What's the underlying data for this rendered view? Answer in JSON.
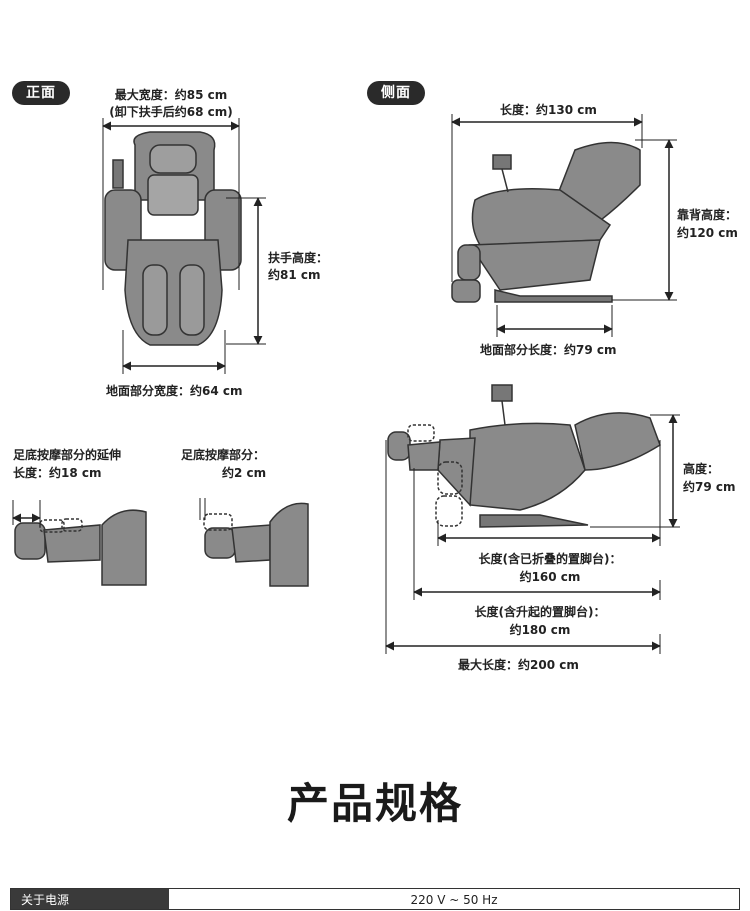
{
  "front": {
    "tag": "正面",
    "max_width": "最大宽度：约85 cm",
    "max_width_note": "(卸下扶手后约68 cm)",
    "armrest_height_label": "扶手高度：",
    "armrest_height_value": "约81 cm",
    "floor_width": "地面部分宽度：约64 cm"
  },
  "side": {
    "tag": "侧面",
    "length": "长度：约130 cm",
    "back_height_label": "靠背高度：",
    "back_height_value": "约120 cm",
    "floor_length": "地面部分长度：约79 cm"
  },
  "foot": {
    "ext_label_1": "足底按摩部分的延伸",
    "ext_label_2": "长度：约18 cm",
    "foot_label_1": "足底按摩部分：",
    "foot_label_2": "约2 cm"
  },
  "recline": {
    "height_label": "高度：",
    "height_value": "约79 cm",
    "len_folded_1": "长度(含已折叠的置脚台)：",
    "len_folded_2": "约160 cm",
    "len_raised_1": "长度(含升起的置脚台)：",
    "len_raised_2": "约180 cm",
    "max_length": "最大长度：约200 cm"
  },
  "section_title": "产品规格",
  "specs": [
    {
      "label": "关于电源",
      "value": "220 V ~ 50 Hz"
    }
  ]
}
